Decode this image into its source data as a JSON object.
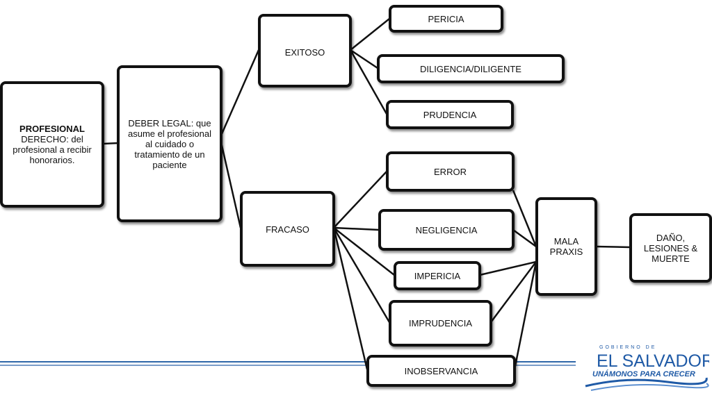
{
  "nodes": {
    "profesional": {
      "title": "PROFESIONAL",
      "text": "DERECHO: del profesional a recibir honorarios."
    },
    "deber_legal": "DEBER LEGAL: que asume el profesional al cuidado o tratamiento de un paciente",
    "exitoso": "EXITOSO",
    "fracaso": "FRACASO",
    "pericia": "PERICIA",
    "diligencia": "DILIGENCIA/DILIGENTE",
    "prudencia": "PRUDENCIA",
    "error": "ERROR",
    "negligencia": "NEGLIGENCIA",
    "impericia": "IMPERICIA",
    "imprudencia": "IMPRUDENCIA",
    "inobservancia": "INOBSERVANCIA",
    "mala_praxis": "MALA PRAXIS",
    "dano": "DAÑO, LESIONES & MUERTE"
  },
  "logo": {
    "top_line": "GOBIERNO DE",
    "name": "EL SALVADOR",
    "slogan": "UNÁMONOS PARA CRECER"
  },
  "colors": {
    "logo_blue": "#1f5aa6",
    "footer_line": "#2f66a8"
  }
}
